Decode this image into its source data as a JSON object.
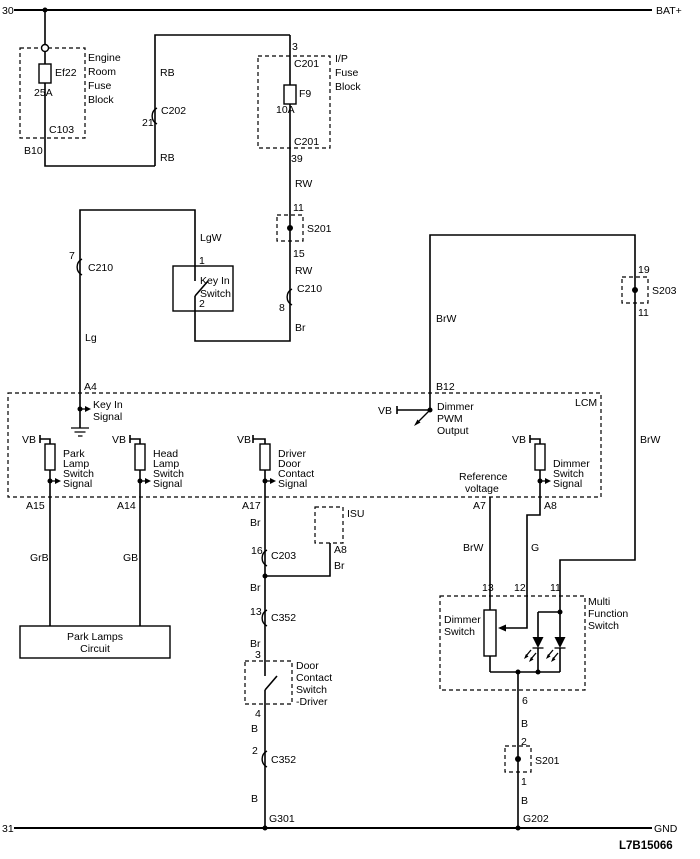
{
  "rails": {
    "left_top": "30",
    "right_top": "BAT+",
    "left_bottom": "31",
    "right_bottom": "GND"
  },
  "code": "L7B15066",
  "engine_fuse_block": {
    "label": [
      "Engine",
      "Room",
      "Fuse",
      "Block"
    ],
    "fuse": "Ef22",
    "rating": "25A",
    "connector": "C103",
    "pin": "B10"
  },
  "ip_fuse_block": {
    "label": [
      "I/P",
      "Fuse",
      "Block"
    ],
    "pin_in": "3",
    "connector_in": "C201",
    "fuse": "F9",
    "rating": "10A",
    "connector_out": "C201",
    "pin_out": "39"
  },
  "connectors": {
    "c202": {
      "name": "C202",
      "pin": "21"
    },
    "c210_left": {
      "name": "C210",
      "pin": "7"
    },
    "c210_right": {
      "name": "C210",
      "pin": "8"
    },
    "c203": {
      "name": "C203",
      "pin": "16"
    },
    "c352_upper": {
      "name": "C352",
      "pin": "13"
    },
    "c352_lower": {
      "name": "C352",
      "pin": "2"
    }
  },
  "splices": {
    "s201_top": {
      "name": "S201",
      "pin_in": "11",
      "pin_out": "15"
    },
    "s203": {
      "name": "S203",
      "pin_in": "19",
      "pin_out": "11"
    },
    "s201_bottom": {
      "name": "S201",
      "pin_in": "2",
      "pin_out": "1"
    }
  },
  "wire_colors": {
    "rb": "RB",
    "rw": "RW",
    "br": "Br",
    "lgw": "LgW",
    "lg": "Lg",
    "grb": "GrB",
    "gb": "GB",
    "brw": "BrW",
    "g": "G",
    "b": "B"
  },
  "key_in_switch": {
    "label": [
      "Key In",
      "Switch"
    ],
    "pin_top": "1",
    "pin_bottom": "2"
  },
  "lcm": {
    "name": "LCM",
    "vb": "VB",
    "key_in_signal": {
      "label": [
        "Key In",
        "Signal"
      ],
      "pin": "A4"
    },
    "park_lamp": {
      "label": [
        "Park",
        "Lamp",
        "Switch",
        "Signal"
      ],
      "pin": "A15"
    },
    "head_lamp": {
      "label": [
        "Head",
        "Lamp",
        "Switch",
        "Signal"
      ],
      "pin": "A14"
    },
    "driver_door": {
      "label": [
        "Driver",
        "Door",
        "Contact",
        "Signal"
      ],
      "pin": "A17"
    },
    "dimmer_pwm": {
      "label": [
        "Dimmer",
        "PWM",
        "Output"
      ],
      "pin": "B12"
    },
    "reference": {
      "label": [
        "Reference",
        "voltage"
      ],
      "pin": "A7"
    },
    "dimmer_switch_signal": {
      "label": [
        "Dimmer",
        "Switch",
        "Signal"
      ],
      "pin": "A8"
    }
  },
  "park_lamps_circuit": {
    "label": [
      "Park Lamps",
      "Circuit"
    ]
  },
  "isu": {
    "name": "ISU",
    "pin": "A8"
  },
  "door_contact_switch": {
    "label": [
      "Door",
      "Contact",
      "Switch",
      "-Driver"
    ],
    "pin_top": "3",
    "pin_bottom": "4"
  },
  "multi_function_switch": {
    "label": [
      "Multi",
      "Function",
      "Switch"
    ],
    "dimmer": [
      "Dimmer",
      "Switch"
    ],
    "pin_13": "13",
    "pin_12": "12",
    "pin_11": "11",
    "pin_out": "6"
  },
  "grounds": {
    "g301": "G301",
    "g202": "G202"
  }
}
